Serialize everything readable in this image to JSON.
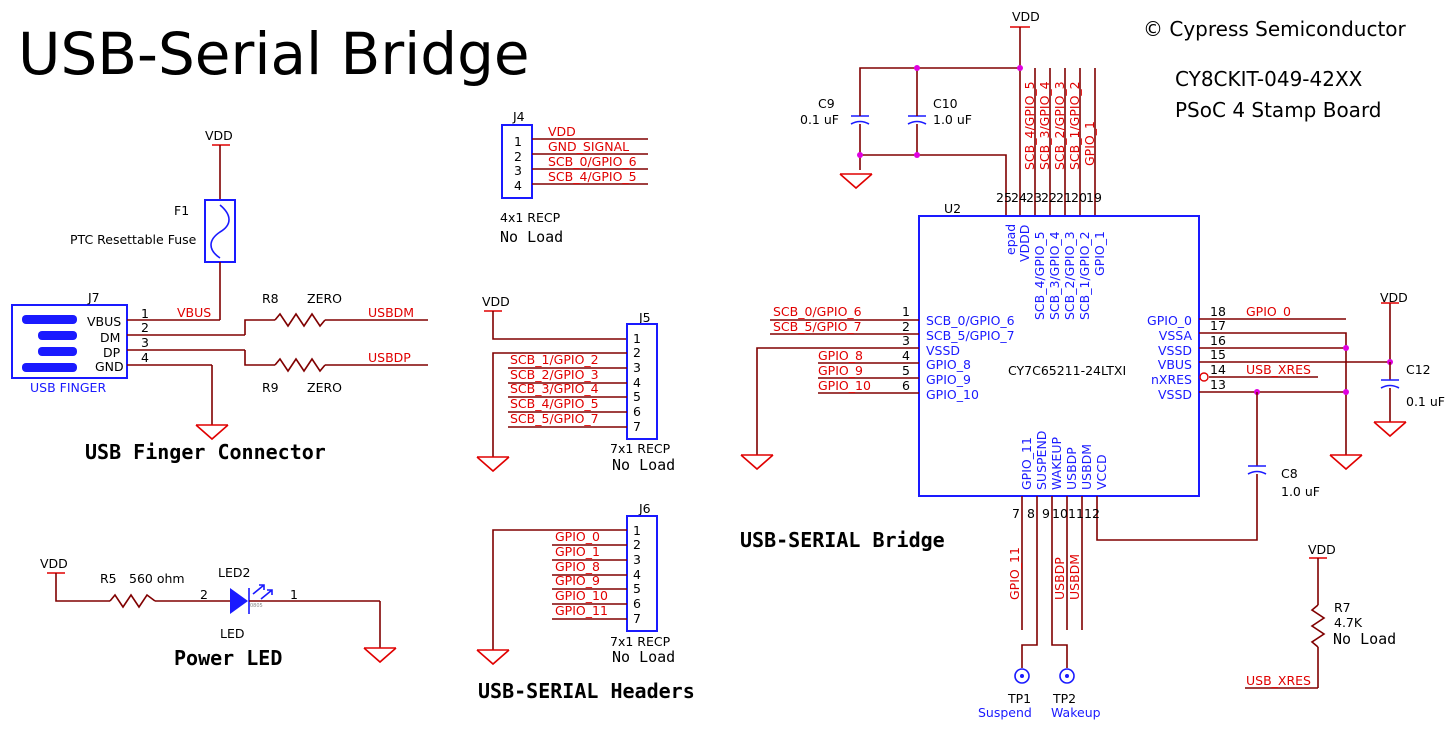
{
  "title": "USB-Serial Bridge",
  "copyright": "© Cypress Semiconductor",
  "board": {
    "model": "CY8CKIT-049-42XX",
    "name": "PSoC 4 Stamp Board"
  },
  "sections": {
    "usb_finger": "USB Finger Connector",
    "power_led": "Power LED",
    "headers": "USB-SERIAL Headers",
    "bridge": "USB-SERIAL Bridge"
  },
  "power": {
    "vdd": "VDD"
  },
  "f1": {
    "ref": "F1",
    "desc": "PTC Resettable Fuse"
  },
  "j7": {
    "ref": "J7",
    "desc": "USB FINGER",
    "pins": [
      "VBUS",
      "DM",
      "DP",
      "GND"
    ],
    "nums": [
      "1",
      "2",
      "3",
      "4"
    ]
  },
  "r8": {
    "ref": "R8",
    "val": "ZERO"
  },
  "r9": {
    "ref": "R9",
    "val": "ZERO"
  },
  "nets": {
    "vbus": "VBUS",
    "usbdm": "USBDM",
    "usbdp": "USBDP"
  },
  "j4": {
    "ref": "J4",
    "type": "4x1 RECP",
    "load": "No Load",
    "nums": [
      "1",
      "2",
      "3",
      "4"
    ],
    "nets": [
      "VDD",
      "GND_SIGNAL",
      "SCB_0/GPIO_6",
      "SCB_4/GPIO_5"
    ]
  },
  "j5": {
    "ref": "J5",
    "type": "7x1 RECP",
    "load": "No Load",
    "nums": [
      "1",
      "2",
      "3",
      "4",
      "5",
      "6",
      "7"
    ],
    "nets": [
      "SCB_1/GPIO_2",
      "SCB_2/GPIO_3",
      "SCB_3/GPIO_4",
      "SCB_4/GPIO_5",
      "SCB_5/GPIO_7"
    ]
  },
  "j6": {
    "ref": "J6",
    "type": "7x1 RECP",
    "load": "No Load",
    "nums": [
      "1",
      "2",
      "3",
      "4",
      "5",
      "6",
      "7"
    ],
    "nets": [
      "GPIO_0",
      "GPIO_1",
      "GPIO_8",
      "GPIO_9",
      "GPIO_10",
      "GPIO_11"
    ]
  },
  "r5": {
    "ref": "R5",
    "val": "560 ohm"
  },
  "led2": {
    "ref": "LED2",
    "desc": "LED",
    "pin_a": "2",
    "pin_k": "1"
  },
  "c9": {
    "ref": "C9",
    "val": "0.1 uF"
  },
  "c10": {
    "ref": "C10",
    "val": "1.0 uF"
  },
  "c12": {
    "ref": "C12",
    "val": "0.1 uF"
  },
  "c8": {
    "ref": "C8",
    "val": "1.0 uF"
  },
  "r7": {
    "ref": "R7",
    "val": "4.7K",
    "load": "No Load"
  },
  "u2": {
    "ref": "U2",
    "part": "CY7C65211-24LTXI",
    "left_pins": [
      {
        "num": "1",
        "name": "SCB_0/GPIO_6",
        "net": "SCB_0/GPIO_6"
      },
      {
        "num": "2",
        "name": "SCB_5/GPIO_7",
        "net": "SCB_5/GPIO_7"
      },
      {
        "num": "3",
        "name": "VSSD",
        "net": ""
      },
      {
        "num": "4",
        "name": "GPIO_8",
        "net": "GPIO_8"
      },
      {
        "num": "5",
        "name": "GPIO_9",
        "net": "GPIO_9"
      },
      {
        "num": "6",
        "name": "GPIO_10",
        "net": "GPIO_10"
      }
    ],
    "right_pins": [
      {
        "num": "18",
        "name": "GPIO_0",
        "net": "GPIO_0"
      },
      {
        "num": "17",
        "name": "VSSA",
        "net": ""
      },
      {
        "num": "16",
        "name": "VSSD",
        "net": ""
      },
      {
        "num": "15",
        "name": "VBUS",
        "net": ""
      },
      {
        "num": "14",
        "name": "nXRES",
        "net": "USB_XRES"
      },
      {
        "num": "13",
        "name": "VSSD",
        "net": ""
      }
    ],
    "top_pins": [
      {
        "num": "25",
        "name": "epad",
        "net": ""
      },
      {
        "num": "24",
        "name": "VDDD",
        "net": ""
      },
      {
        "num": "23",
        "name": "SCB_4/GPIO_5",
        "net": "SCB_4/GPIO_5"
      },
      {
        "num": "22",
        "name": "SCB_3/GPIO_4",
        "net": "SCB_3/GPIO_4"
      },
      {
        "num": "21",
        "name": "SCB_2/GPIO_3",
        "net": "SCB_2/GPIO_3"
      },
      {
        "num": "20",
        "name": "SCB_1/GPIO_2",
        "net": "SCB_1/GPIO_2"
      },
      {
        "num": "19",
        "name": "GPIO_1",
        "net": "GPIO_1"
      }
    ],
    "bottom_pins": [
      {
        "num": "7",
        "name": "GPIO_11",
        "net": "GPIO_11"
      },
      {
        "num": "8",
        "name": "SUSPEND",
        "net": ""
      },
      {
        "num": "9",
        "name": "WAKEUP",
        "net": ""
      },
      {
        "num": "10",
        "name": "USBDP",
        "net": "USBDP"
      },
      {
        "num": "11",
        "name": "USBDM",
        "net": "USBDM"
      },
      {
        "num": "12",
        "name": "VCCD",
        "net": ""
      }
    ]
  },
  "tp1": {
    "ref": "TP1",
    "desc": "Suspend"
  },
  "tp2": {
    "ref": "TP2",
    "desc": "Wakeup"
  },
  "xres_net": "USB_XRES",
  "colors": {
    "wire": "#800000",
    "net_label": "#e00000",
    "symbol": "#1a1aff",
    "junction": "#e000e0"
  }
}
